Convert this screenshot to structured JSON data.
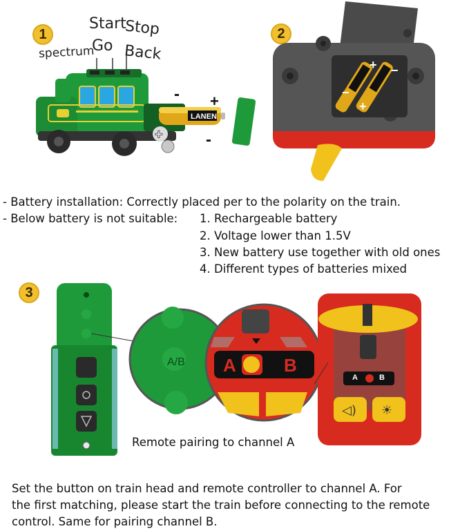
{
  "steps": {
    "one": "1",
    "two": "2",
    "three": "3"
  },
  "train_labels": {
    "spectrum": "spectrum",
    "start": "Start",
    "stop": "Stop",
    "go": "Go",
    "back": "Back",
    "minus": "-",
    "plus": "+",
    "battery_brand": "LANEN"
  },
  "instructions": {
    "line1": "- Battery installation: Correctly placed per to the polarity on the train.",
    "line2_prefix": "- Below battery is not suitable:",
    "items": [
      "1. Rechargeable battery",
      "2. Voltage lower than 1.5V",
      "3. New battery use together with old ones",
      "4. Different types of batteries mixed"
    ]
  },
  "pairing": {
    "switch_a": "A",
    "switch_b": "B",
    "caption": "Remote pairing to channel A"
  },
  "footer": {
    "line1": "Set the button on train head and remote controller to channel A. For",
    "line2": "the first matching, please start the train before connecting to the remote",
    "line3": "control. Same for pairing channel B."
  }
}
